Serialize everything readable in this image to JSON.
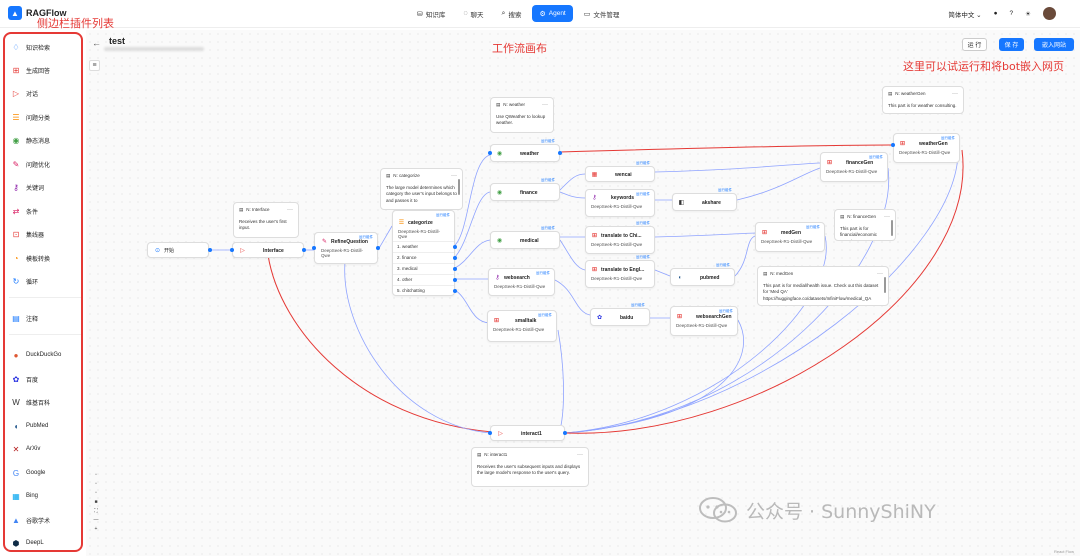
{
  "app": {
    "name": "RAGFlow",
    "logo_icon": "ragflow-logo-icon"
  },
  "nav": [
    {
      "label": "知识库",
      "icon": "database-icon",
      "active": false
    },
    {
      "label": "聊天",
      "icon": "chat-icon",
      "active": false
    },
    {
      "label": "搜索",
      "icon": "search-icon",
      "active": false
    },
    {
      "label": "Agent",
      "icon": "agent-icon",
      "active": true
    },
    {
      "label": "文件管理",
      "icon": "folder-icon",
      "active": false
    }
  ],
  "topright": {
    "language": "简体中文 ⌄"
  },
  "annotations": {
    "sidebar": "侧边栏插件列表",
    "canvas": "工作流画布",
    "topright": "这里可以试运行和将bot嵌入网页"
  },
  "sidebar": {
    "items": [
      {
        "label": "知识检索",
        "icon": "bell-icon",
        "color": "#1677ff"
      },
      {
        "label": "生成回答",
        "icon": "grid-icon",
        "color": "#e53935"
      },
      {
        "label": "对话",
        "icon": "send-icon",
        "color": "#e53935"
      },
      {
        "label": "问题分类",
        "icon": "list-icon",
        "color": "#fb8c00"
      },
      {
        "label": "静态消息",
        "icon": "message-icon",
        "color": "#43a047"
      },
      {
        "label": "问题优化",
        "icon": "edit-icon",
        "color": "#d81b60"
      },
      {
        "label": "关键词",
        "icon": "key-icon",
        "color": "#8e24aa"
      },
      {
        "label": "条件",
        "icon": "switch-icon",
        "color": "#d81b60"
      },
      {
        "label": "集线器",
        "icon": "hub-icon",
        "color": "#e53935"
      },
      {
        "label": "模板转换",
        "icon": "template-icon",
        "color": "#fb8c00"
      },
      {
        "label": "循环",
        "icon": "loop-icon",
        "color": "#1677ff"
      },
      {
        "label": "注释",
        "icon": "note-icon",
        "color": "#1677ff"
      },
      {
        "label": "DuckDuckGo",
        "icon": "duckduckgo-icon",
        "color": "#de5833"
      },
      {
        "label": "百度",
        "icon": "baidu-icon",
        "color": "#2932e1"
      },
      {
        "label": "维基百科",
        "icon": "wikipedia-icon",
        "color": "#333333"
      },
      {
        "label": "PubMed",
        "icon": "pubmed-icon",
        "color": "#20558a"
      },
      {
        "label": "ArXiv",
        "icon": "arxiv-icon",
        "color": "#b31b1b"
      },
      {
        "label": "Google",
        "icon": "google-icon",
        "color": "#4285f4"
      },
      {
        "label": "Bing",
        "icon": "bing-icon",
        "color": "#00a4ef"
      },
      {
        "label": "谷歌学术",
        "icon": "google-scholar-icon",
        "color": "#4285f4"
      },
      {
        "label": "DeepL",
        "icon": "deepl-icon",
        "color": "#0f2b46"
      }
    ]
  },
  "canvas_header": {
    "title": "test",
    "run": "运 行",
    "save": "保 存",
    "embed": "嵌入网站"
  },
  "nodes": {
    "begin": {
      "label": "开始"
    },
    "interface": {
      "label": "Interface"
    },
    "refine": {
      "label": "RefineQuestion",
      "model": "DeepSeek-R1-Distill-Qwe"
    },
    "categorize": {
      "label": "categorize",
      "model": "DeepSeek-R1-Distill-Qwe",
      "rows": [
        "1. weather",
        "2. finance",
        "3. medical",
        "4. other",
        "5. chitchatting"
      ]
    },
    "weather": {
      "label": "weather"
    },
    "finance": {
      "label": "finance"
    },
    "medical": {
      "label": "medical"
    },
    "websearch": {
      "label": "websearch",
      "model": "DeepSeek-R1-Distill-Qwe"
    },
    "smalltalk": {
      "label": "smalltalk",
      "model": "DeepSeek-R1-Distill-Qwe"
    },
    "wencai": {
      "label": "wencai"
    },
    "keywords": {
      "label": "keywords",
      "model": "DeepSeek-R1-Distill-Qwe"
    },
    "akshare": {
      "label": "akshare"
    },
    "financegen": {
      "label": "financeGen",
      "model": "DeepSeek-R1-Distill-Qwe"
    },
    "weathergen": {
      "label": "weatherGen",
      "model": "DeepSeek-R1-Distill-Qwe"
    },
    "translate_chi": {
      "label": "translate to Chi...",
      "model": "DeepSeek-R1-Distill-Qwe"
    },
    "translate_eng": {
      "label": "translate to Engl...",
      "model": "DeepSeek-R1-Distill-Qwe"
    },
    "medgen": {
      "label": "medGen",
      "model": "DeepSeek-R1-Distill-Qwe"
    },
    "pubmed": {
      "label": "pubmed"
    },
    "baidu": {
      "label": "baidu"
    },
    "websearchgen": {
      "label": "websearchGen",
      "model": "DeepSeek-R1-Distill-Qwe"
    },
    "interact1": {
      "label": "interact1"
    }
  },
  "run_label": "运行组件",
  "notes": {
    "interface": {
      "head": "N: Interface",
      "body": "Receives the user's first input."
    },
    "weather": {
      "head": "N: weather",
      "body": "Use QWeather to lookup weather."
    },
    "categorize": {
      "head": "N: categorize",
      "body": "The large model determines which category the user's input belongs to and passes it to"
    },
    "weathergen": {
      "head": "N: weatherGen",
      "body": "This part is for weather consulting."
    },
    "financegen": {
      "head": "N: financeGen",
      "body": "This part is for financial/economic questions"
    },
    "medgen": {
      "head": "N: medGen",
      "body": "This part is for medial/health issue. Check out this dataset for 'Med QA' https://huggingface.co/datasets/InfiniFlow/medical_QA"
    },
    "interact1": {
      "head": "N: interact1",
      "body": "Receives the user's subsequent inputs and displays the large model's response to the user's query."
    }
  },
  "watermark": {
    "text": "公众号 · SunnyShiNY",
    "icon": "wechat-icon"
  },
  "footer": {
    "credit": "React Flow"
  }
}
